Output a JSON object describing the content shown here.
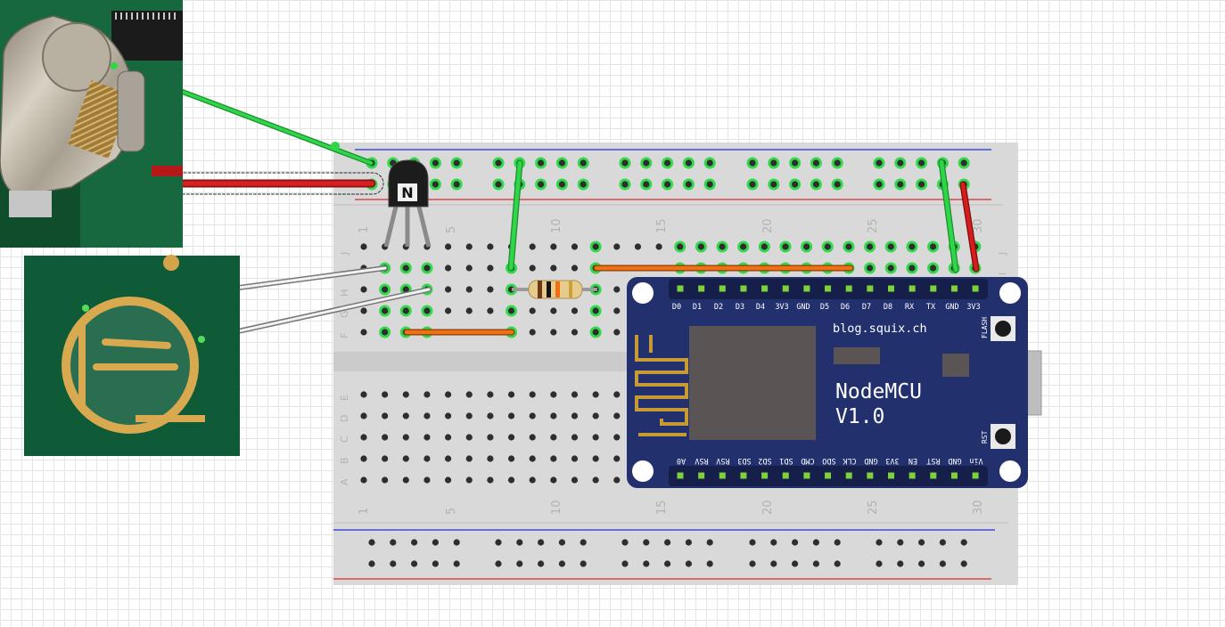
{
  "breadboard": {
    "column_numbers": [
      "1",
      "5",
      "10",
      "15",
      "20",
      "25",
      "30"
    ],
    "row_letters_top": [
      "J",
      "I",
      "H",
      "G",
      "F"
    ],
    "row_letters_bottom": [
      "E",
      "D",
      "C",
      "B",
      "A"
    ]
  },
  "nodemcu": {
    "brand": "blog.squix.ch",
    "title_line1": "NodeMCU",
    "title_line2": "V1.0",
    "top_pins": [
      "D0",
      "D1",
      "D2",
      "D3",
      "D4",
      "3V3",
      "GND",
      "D5",
      "D6",
      "D7",
      "D8",
      "RX",
      "TX",
      "GND",
      "3V3"
    ],
    "bottom_pins": [
      "A0",
      "RSV",
      "RSV",
      "SD3",
      "SD2",
      "SD1",
      "CMD",
      "SDO",
      "CLK",
      "GND",
      "3V3",
      "EN",
      "RST",
      "GND",
      "Vin"
    ],
    "button_flash": "FLASH",
    "button_rst": "RST"
  },
  "transistor": {
    "marking": "N"
  },
  "colors": {
    "wire_green": "#26c43d",
    "wire_red": "#cc1a1a",
    "wire_orange": "#e06a10",
    "wire_grey": "#9a9a9a",
    "board_blue": "#23306e",
    "breadboard": "#d9d9d9"
  }
}
